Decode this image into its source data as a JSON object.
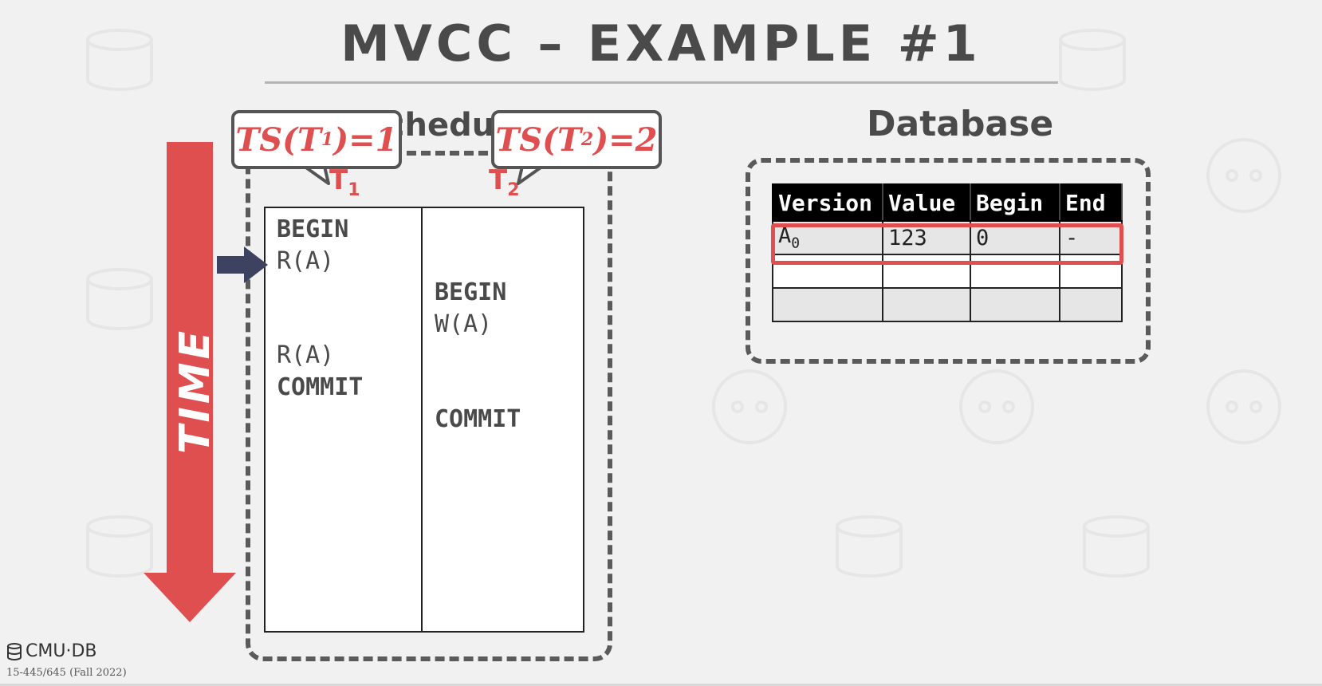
{
  "slide": {
    "title": "MVCC – EXAMPLE #1",
    "time_label": "TIME"
  },
  "schedule": {
    "title": "Schedule",
    "t1_label": "T",
    "t1_sub": "1",
    "t2_label": "T",
    "t2_sub": "2",
    "ts1": {
      "prefix": "TS(T",
      "sub": "1",
      "suffix": ")=1"
    },
    "ts2": {
      "prefix": "TS(T",
      "sub": "2",
      "suffix": ")=2"
    },
    "t1_ops": [
      "BEGIN",
      "R(A)",
      "R(A)",
      "COMMIT"
    ],
    "t2_ops": [
      "BEGIN",
      "W(A)",
      "COMMIT"
    ]
  },
  "database": {
    "title": "Database",
    "columns": [
      "Version",
      "Value",
      "Begin",
      "End"
    ],
    "rows": [
      {
        "version": "A",
        "version_sub": "0",
        "value": "123",
        "begin": "0",
        "end": "-"
      },
      {
        "version": "",
        "version_sub": "",
        "value": "",
        "begin": "",
        "end": ""
      },
      {
        "version": "",
        "version_sub": "",
        "value": "",
        "begin": "",
        "end": ""
      }
    ]
  },
  "footer": {
    "logo": "CMU·DB",
    "course": "15-445/645 (Fall 2022)"
  },
  "colors": {
    "accent_red": "#e04f4f",
    "pointer": "#3d4260",
    "text_dark": "#4a4a4a"
  }
}
